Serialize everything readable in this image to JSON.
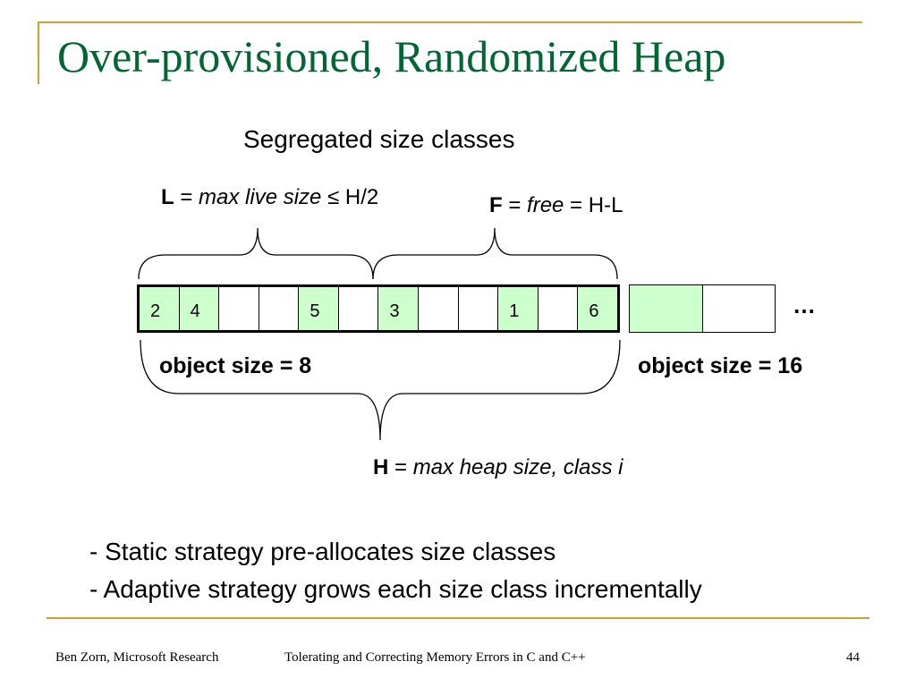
{
  "slide": {
    "title": "Over-provisioned, Randomized Heap",
    "subtitle": "Segregated size classes"
  },
  "labels": {
    "L": {
      "symbol": "L",
      "eq": " = ",
      "desc": "max live size",
      "rest": " ≤ H/2"
    },
    "F": {
      "symbol": "F",
      "eq": " = ",
      "desc": "free",
      "rest": " = H-L"
    },
    "H": {
      "symbol": "H",
      "eq": " = ",
      "desc": "max heap size, class i"
    }
  },
  "size_classes": [
    {
      "label": "object size = 8",
      "cells": [
        "2",
        "4",
        "",
        "",
        "5",
        "",
        "3",
        "",
        "",
        "1",
        "",
        "6"
      ]
    },
    {
      "label": "object size = 16",
      "cells": [
        "",
        ""
      ]
    }
  ],
  "colors": {
    "used_cell": "#ccffcc",
    "title": "#006633",
    "rule": "#c8a232"
  },
  "ellipsis": "…",
  "bullets": [
    "- Static strategy pre-allocates size classes",
    "- Adaptive strategy grows each size class incrementally"
  ],
  "footer": {
    "author": "Ben Zorn, Microsoft Research",
    "talk": "Tolerating and Correcting Memory Errors in C and C++",
    "page": "44"
  }
}
